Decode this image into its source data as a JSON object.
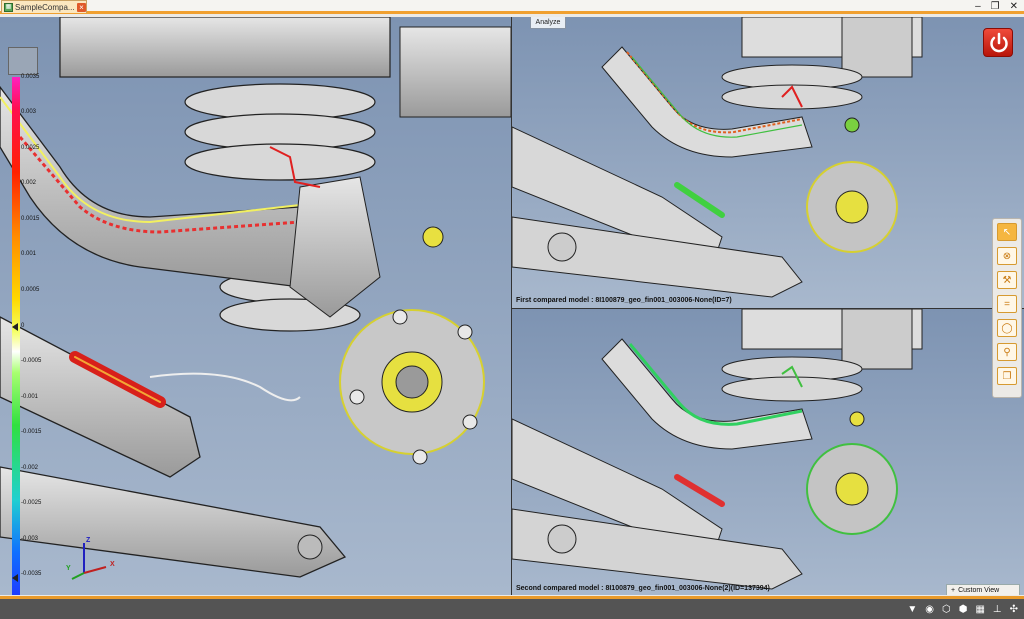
{
  "window": {
    "tab_title": "SampleCompa...",
    "tab_close_glyph": "×",
    "controls": [
      "‒",
      "❐",
      "✕"
    ]
  },
  "analyze_tab": "Analyze",
  "legend": {
    "ticks": [
      "0.0035",
      "0.003",
      "0.0025",
      "0.002",
      "0.0015",
      "0.001",
      "0.0005",
      "0",
      "-0.0005",
      "-0.001",
      "-0.0015",
      "-0.002",
      "-0.0025",
      "-0.003",
      "-0.0035"
    ],
    "top_color": "#ff20c0",
    "bottom_color": "#2030ff"
  },
  "triad": {
    "z": "Z",
    "y": "Y",
    "x": "X"
  },
  "first_caption": "First compared model : 8I100879_geo_fin001_003006-None(ID=7)",
  "second_caption": "Second compared model : 8I100879_geo_fin001_003006-None(2)(ID=137394)",
  "custom_view": {
    "icon": "+",
    "label": "Custom View"
  },
  "side_tools": [
    {
      "name": "select-arrow-icon",
      "glyph": "↖"
    },
    {
      "name": "cancel-circle-icon",
      "glyph": "⊗"
    },
    {
      "name": "hammer-icon",
      "glyph": "⚒"
    },
    {
      "name": "equal-icon",
      "glyph": "="
    },
    {
      "name": "magnify-icon",
      "glyph": "◯"
    },
    {
      "name": "measure-person-icon",
      "glyph": "⚲"
    },
    {
      "name": "copy-icon",
      "glyph": "❐"
    }
  ],
  "status_tools": [
    "▼",
    "◉",
    "⬡",
    "⬢",
    "▦",
    "⊥",
    "✣"
  ],
  "colors": {
    "accent": "#f0a030",
    "power": "#d82a1c",
    "statusbar": "#545454"
  }
}
